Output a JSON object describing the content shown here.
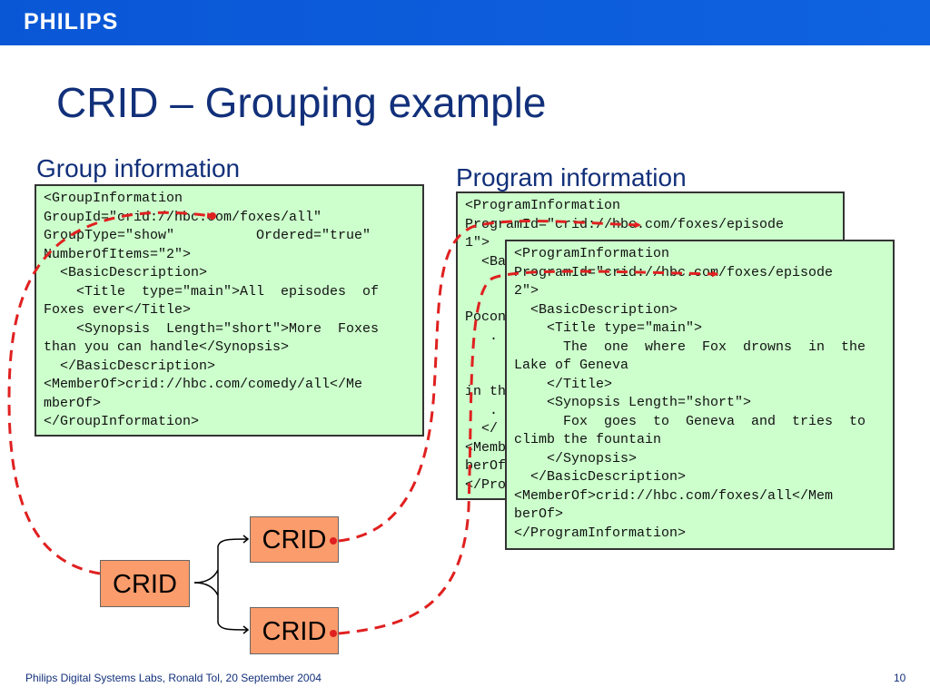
{
  "header": {
    "logo": "PHILIPS"
  },
  "title": "CRID – Grouping example",
  "group_label": "Group information",
  "program_label": "Program information",
  "group_code": [
    "<GroupInformation",
    "GroupId=\"crid://hbc.com/foxes/all\"",
    "GroupType=\"show\"          Ordered=\"true\"",
    "NumberOfItems=\"2\">",
    "  <BasicDescription>",
    "    <Title  type=\"main\">All  episodes  of",
    "Foxes ever</Title>",
    "    <Synopsis  Length=\"short\">More  Foxes",
    "than you can handle</Synopsis>",
    "  </BasicDescription>",
    "<MemberOf>crid://hbc.com/comedy/all</Me",
    "mberOf>",
    "</GroupInformation>"
  ],
  "program_code_back": [
    "<ProgramInformation",
    "ProgramId=\"crid://hbc.com/foxes/episode",
    "1\">",
    "  <Ba",
    "",
    "",
    "Pocon",
    "   .",
    "",
    "",
    "in th",
    "   .",
    "  </",
    "<Memb",
    "berOf",
    "</Pro"
  ],
  "program_code_front": [
    "<ProgramInformation",
    "ProgramId=\"crid://hbc.com/foxes/episode",
    "2\">",
    "  <BasicDescription>",
    "    <Title type=\"main\">",
    "      The  one  where  Fox  drowns  in  the",
    "Lake of Geneva",
    "    </Title>",
    "    <Synopsis Length=\"short\">",
    "      Fox  goes  to  Geneva  and  tries  to",
    "climb the fountain",
    "    </Synopsis>",
    "  </BasicDescription>",
    "<MemberOf>crid://hbc.com/foxes/all</Mem",
    "berOf>",
    "</ProgramInformation>"
  ],
  "crid_boxes": {
    "main": "CRID",
    "top": "CRID",
    "bottom": "CRID"
  },
  "footer": {
    "text": "Philips Digital Systems Labs, Ronald Tol, 20 September 2004",
    "page": "10"
  },
  "colors": {
    "title": "#12307a",
    "bar": "#0b5ed7",
    "code_bg": "#ccffcc",
    "crid_bg": "#fb9c6c",
    "arrow": "#e02020"
  }
}
